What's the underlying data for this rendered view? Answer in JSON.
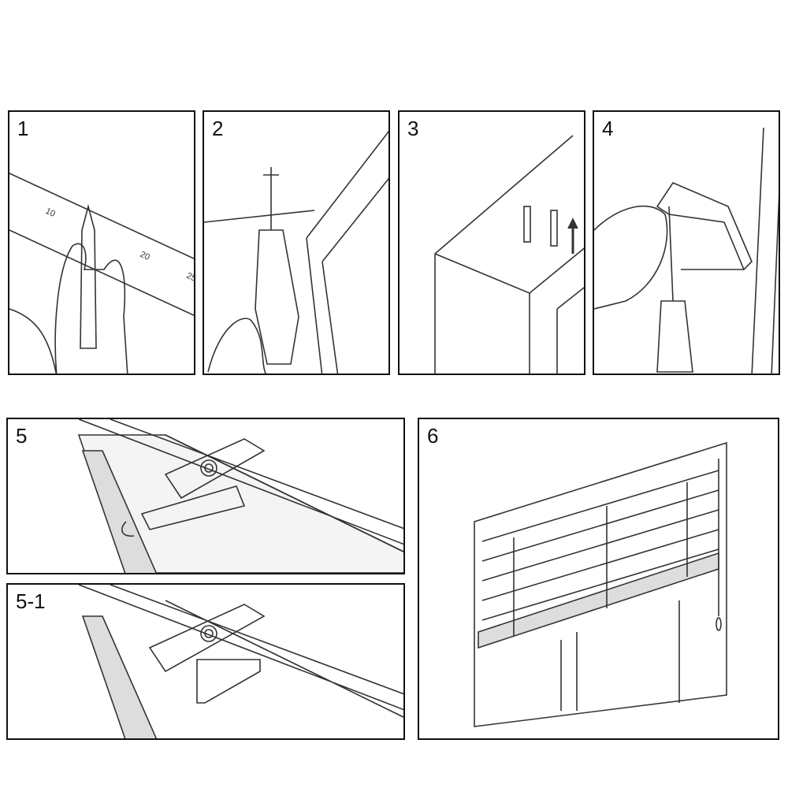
{
  "steps": [
    {
      "label": "1",
      "ruler_marks": [
        "10",
        "20",
        "25"
      ]
    },
    {
      "label": "2"
    },
    {
      "label": "3"
    },
    {
      "label": "4"
    },
    {
      "label": "5"
    },
    {
      "label": "5-1"
    },
    {
      "label": "6"
    }
  ]
}
